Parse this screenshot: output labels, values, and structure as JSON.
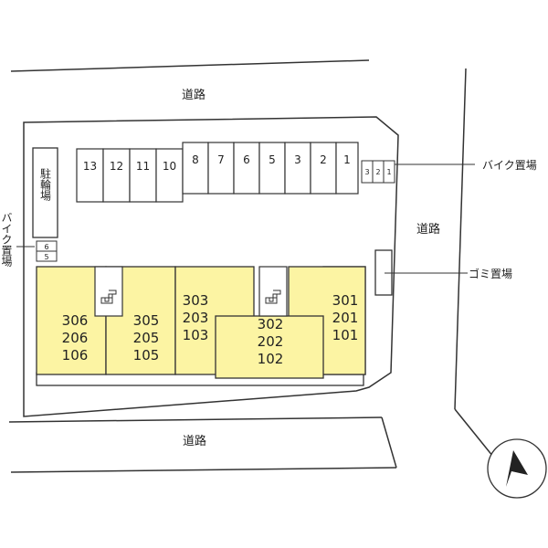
{
  "roads": {
    "top": "道路",
    "right": "道路",
    "bottom": "道路"
  },
  "bicycle_parking": "駐輪場",
  "bike_parking_left": "バイク置場",
  "bike_parking_right": "バイク置場",
  "garbage": "ゴミ置場",
  "parking_slots": [
    "13",
    "12",
    "11",
    "10",
    "8",
    "7",
    "6",
    "5",
    "3",
    "2",
    "1"
  ],
  "bike_slots_right": [
    "3",
    "2",
    "1"
  ],
  "bike_slots_left": [
    "6",
    "5"
  ],
  "units": [
    {
      "lines": [
        "306",
        "206",
        "106"
      ]
    },
    {
      "lines": [
        "305",
        "205",
        "105"
      ]
    },
    {
      "lines": [
        "303",
        "203",
        "103"
      ]
    },
    {
      "lines": [
        "302",
        "202",
        "102"
      ]
    },
    {
      "lines": [
        "301",
        "201",
        "101"
      ]
    }
  ],
  "colors": {
    "unit_fill": "#fcf4a3",
    "outline": "#333333",
    "background": "#ffffff"
  },
  "compass": {
    "direction": "north"
  }
}
